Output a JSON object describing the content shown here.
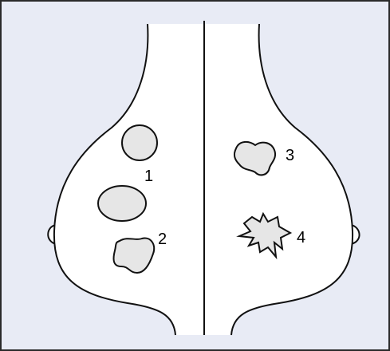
{
  "colors": {
    "background": "#e8ebf5",
    "border": "#2a2a2a",
    "breast_fill": "#ffffff",
    "outline": "#111111",
    "lesion_fill": "#e6e6e6"
  },
  "labels": {
    "lesion_1": "1",
    "lesion_2": "2",
    "lesion_3": "3",
    "lesion_4": "4"
  }
}
